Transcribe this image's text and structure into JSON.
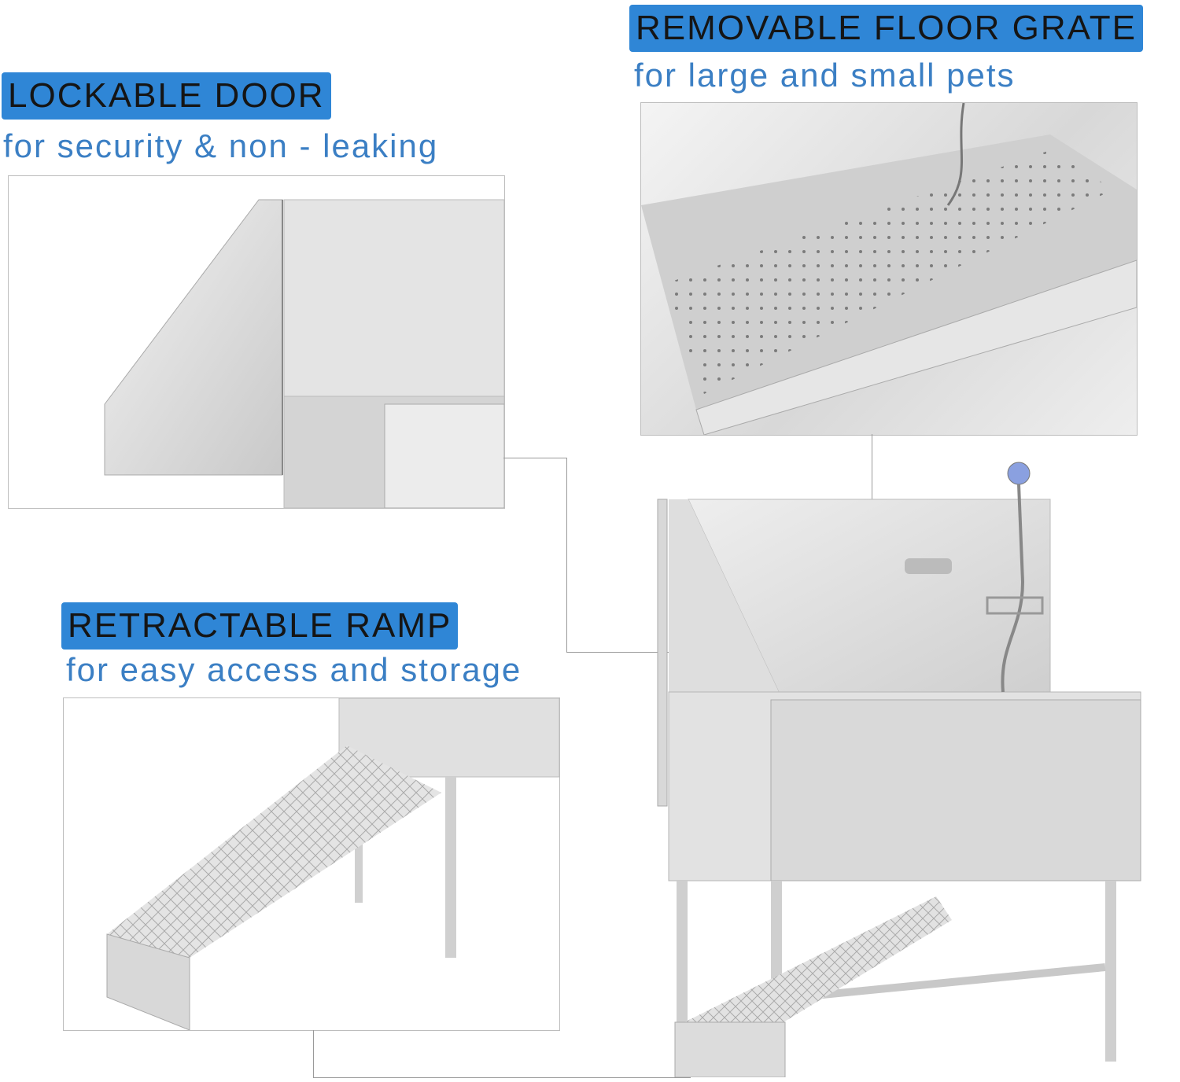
{
  "features": [
    {
      "title": "LOCKABLE DOOR",
      "subtitle": "for security & non - leaking"
    },
    {
      "title": "REMOVABLE FLOOR GRATE",
      "subtitle": "for large and small pets"
    },
    {
      "title": "RETRACTABLE RAMP",
      "subtitle": "for easy access and storage"
    }
  ],
  "colors": {
    "badge": "#2f86d6",
    "subtitle": "#3b7fc4",
    "steel": "#d6d6d6"
  }
}
